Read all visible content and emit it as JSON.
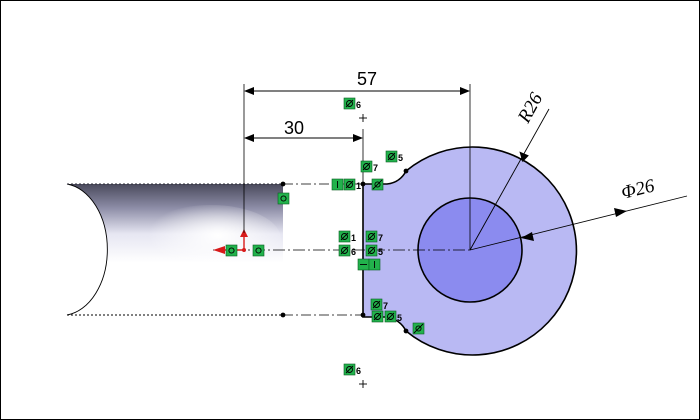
{
  "dimensions": {
    "horizontal_long": "57",
    "horizontal_short": "30",
    "radius": "R26",
    "diameter": "Φ26"
  },
  "relation_labels": {
    "top_six": "6",
    "seven_a": "7",
    "five_a": "5",
    "one_a": "1",
    "one_b": "1",
    "seven_b": "7",
    "six_b": "6",
    "five_b": "5",
    "seven_c": "7",
    "five_c": "5",
    "bottom_six": "6"
  },
  "colors": {
    "profile_fill": "#b9b9f3",
    "hole_fill": "#8b8bef",
    "relation_green": "#22b24c",
    "origin_red": "#d81a1a",
    "part_gray": "#5d5d72"
  }
}
